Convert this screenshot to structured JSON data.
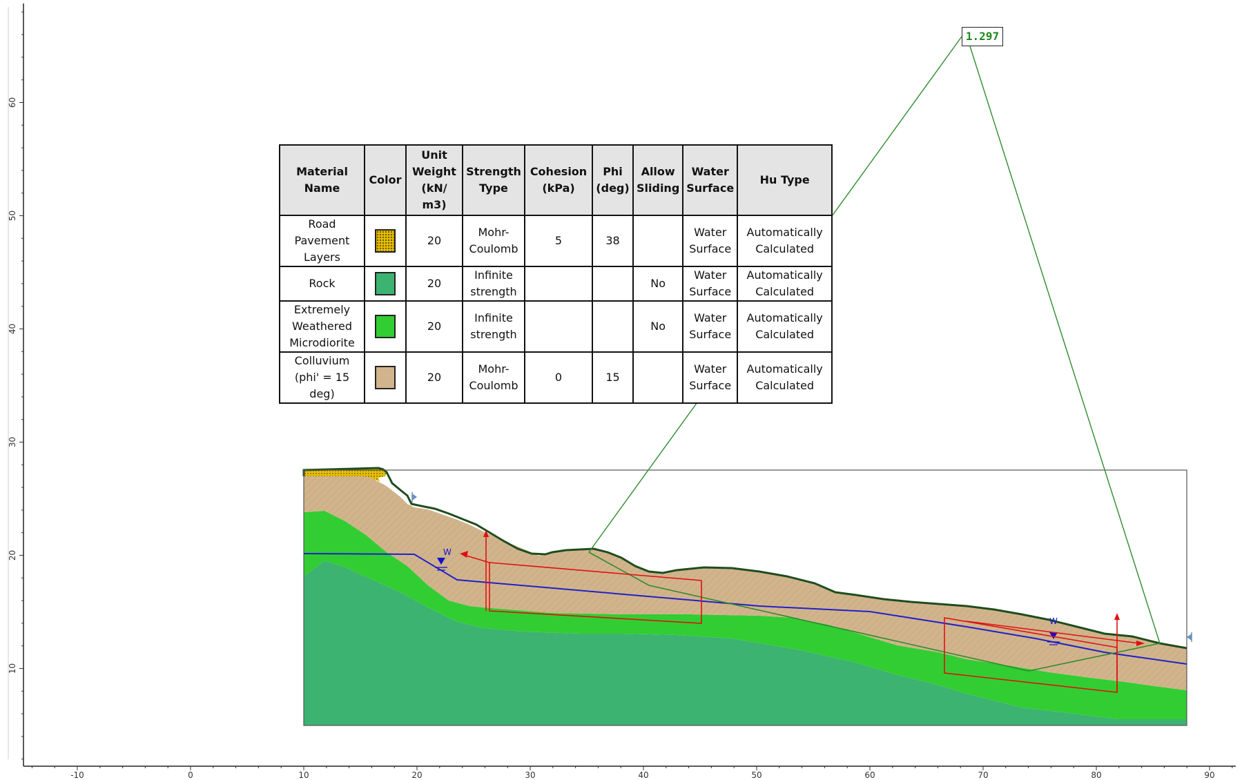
{
  "axes": {
    "x_ticks": [
      "-10",
      "0",
      "10",
      "20",
      "30",
      "40",
      "50",
      "60",
      "70",
      "80",
      "90"
    ],
    "y_ticks": [
      "10",
      "20",
      "30",
      "40",
      "50",
      "60"
    ]
  },
  "factor_of_safety": "1.297",
  "water_table_symbol": "W",
  "table": {
    "headers": [
      "Material Name",
      "Color",
      "Unit Weight (kN/ m3)",
      "Strength Type",
      "Cohesion (kPa)",
      "Phi (deg)",
      "Allow Sliding",
      "Water Surface",
      "Hu Type"
    ],
    "rows": [
      {
        "name": "Road Pavement Layers",
        "color": "#e8c000",
        "unit_weight": "20",
        "strength_type": "Mohr-Coulomb",
        "cohesion": "5",
        "phi": "38",
        "allow_sliding": "",
        "water_surface": "Water Surface",
        "hu_type": "Automatically Calculated"
      },
      {
        "name": "Rock",
        "color": "#3cb371",
        "unit_weight": "20",
        "strength_type": "Infinite strength",
        "cohesion": "",
        "phi": "",
        "allow_sliding": "No",
        "water_surface": "Water Surface",
        "hu_type": "Automatically Calculated"
      },
      {
        "name": "Extremely Weathered Microdiorite",
        "color": "#32cd32",
        "unit_weight": "20",
        "strength_type": "Infinite strength",
        "cohesion": "",
        "phi": "",
        "allow_sliding": "No",
        "water_surface": "Water Surface",
        "hu_type": "Automatically Calculated"
      },
      {
        "name": "Colluvium (phi' = 15 deg)",
        "color": "#d2b48c",
        "unit_weight": "20",
        "strength_type": "Mohr-Coulomb",
        "cohesion": "0",
        "phi": "15",
        "allow_sliding": "",
        "water_surface": "Water Surface",
        "hu_type": "Automatically Calculated"
      }
    ]
  },
  "colors": {
    "rock": "#3cb371",
    "weathered": "#32cd32",
    "colluvium": "#d2b48c",
    "pavement": "#e8c000",
    "water_table": "#2020c8",
    "slip_surface": "#2e8b2e",
    "support": "#e01010"
  }
}
